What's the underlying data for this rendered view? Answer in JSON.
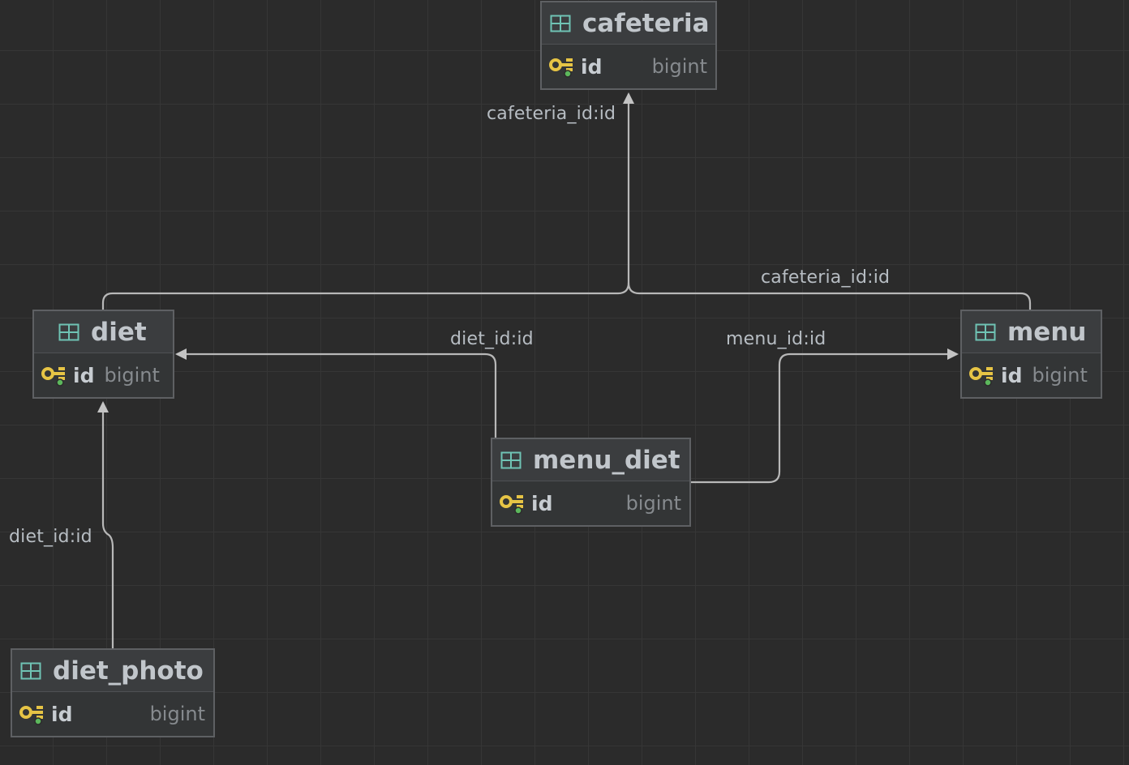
{
  "tables": {
    "cafeteria": {
      "name": "cafeteria",
      "column": "id",
      "type": "bigint"
    },
    "diet": {
      "name": "diet",
      "column": "id",
      "type": "bigint"
    },
    "menu": {
      "name": "menu",
      "column": "id",
      "type": "bigint"
    },
    "menu_diet": {
      "name": "menu_diet",
      "column": "id",
      "type": "bigint"
    },
    "diet_photo": {
      "name": "diet_photo",
      "column": "id",
      "type": "bigint"
    }
  },
  "relations": {
    "diet_to_cafeteria": "cafeteria_id:id",
    "menu_to_cafeteria": "cafeteria_id:id",
    "menu_diet_to_diet": "diet_id:id",
    "menu_diet_to_menu": "menu_id:id",
    "diet_photo_to_diet": "diet_id:id"
  },
  "icons": {
    "table": "table-icon",
    "primary_key": "primary-key-icon"
  },
  "colors": {
    "background": "#2b2b2b",
    "edge": "#b8b8b8",
    "table_icon": "#6fc3b4",
    "key": "#e6c445",
    "key_dot": "#5cb85c"
  }
}
